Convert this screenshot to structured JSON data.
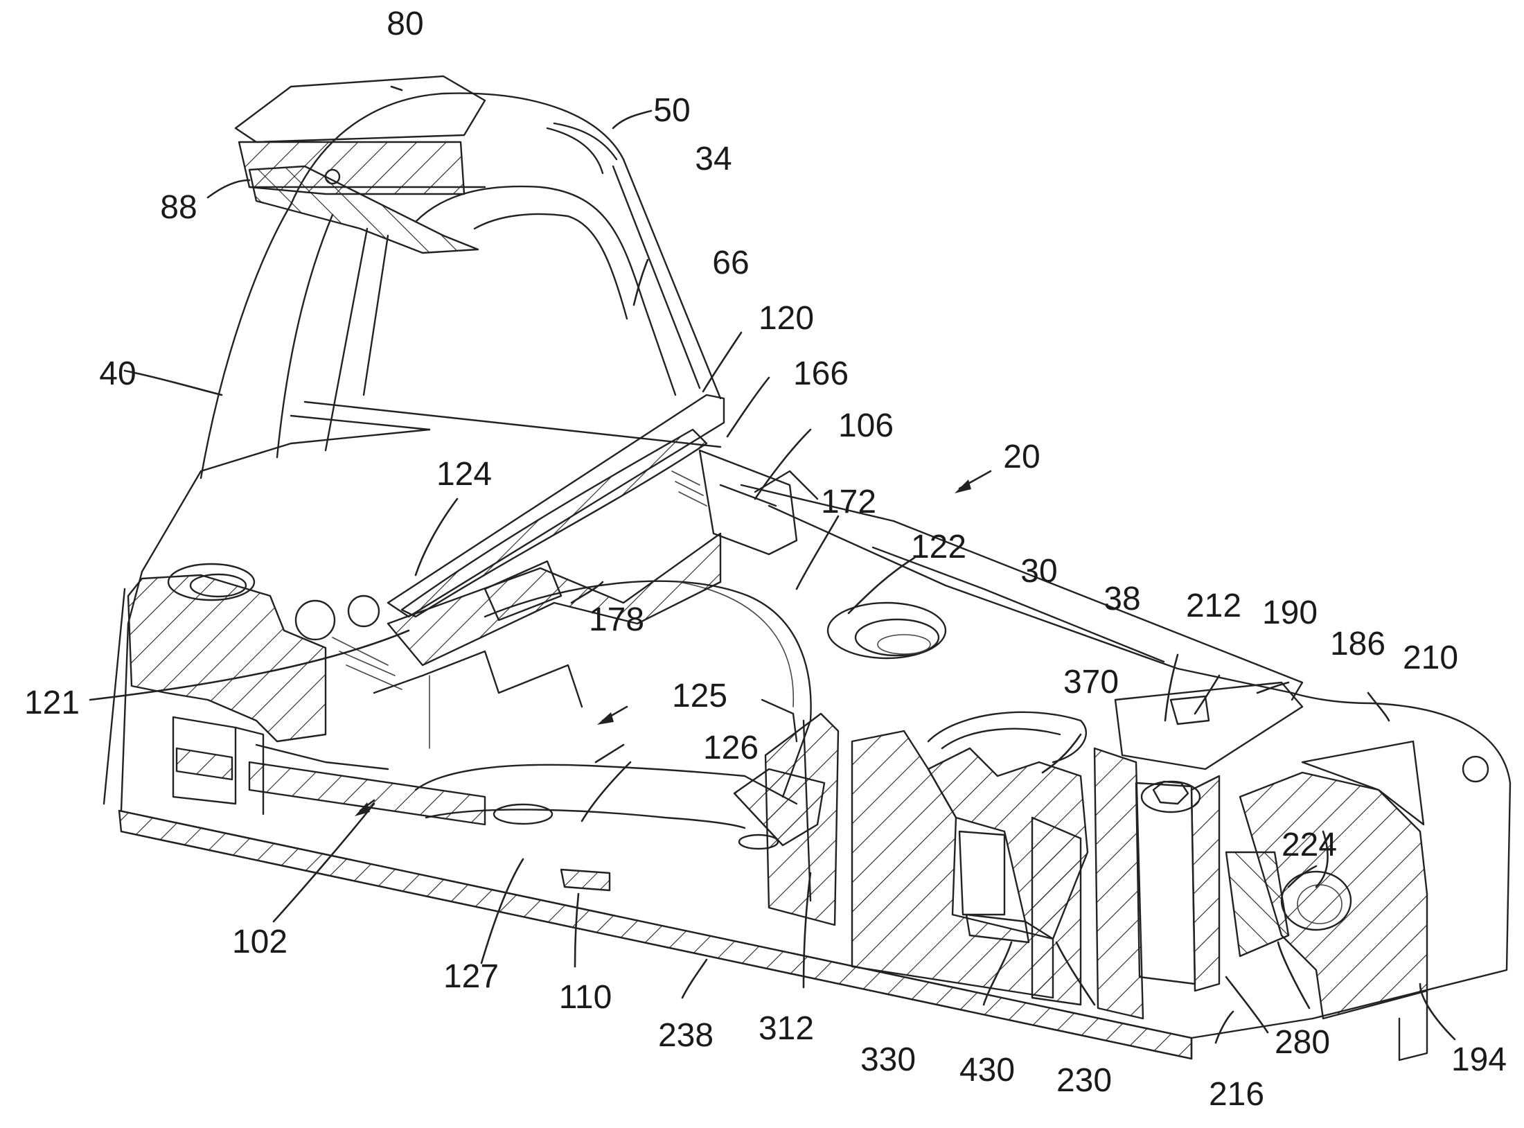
{
  "figure": {
    "reference_labels": [
      "80",
      "50",
      "34",
      "88",
      "66",
      "120",
      "40",
      "166",
      "106",
      "124",
      "20",
      "172",
      "122",
      "30",
      "38",
      "212",
      "190",
      "186",
      "210",
      "178",
      "121",
      "370",
      "125",
      "126",
      "224",
      "102",
      "127",
      "110",
      "238",
      "312",
      "330",
      "430",
      "230",
      "216",
      "280",
      "194"
    ]
  }
}
